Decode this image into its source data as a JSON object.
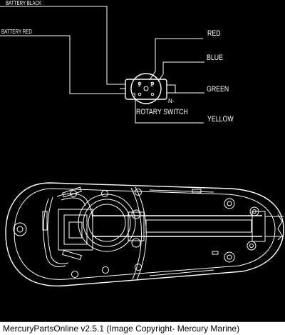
{
  "labels": {
    "battery_black": "BATTERY BLACK",
    "battery_red": "BATTERY RED",
    "red": "RED",
    "blue": "BLUE",
    "green": "GREEN",
    "yellow": "YELLOW",
    "rotary_switch": "ROTARY SWITCH"
  },
  "pins": {
    "p1": "1",
    "p2": "2",
    "p3": "3",
    "pn": "N-"
  },
  "footer": {
    "caption": "MercuryPartsOnline v2.5.1 (Image Copyright- Mercury Marine)"
  }
}
